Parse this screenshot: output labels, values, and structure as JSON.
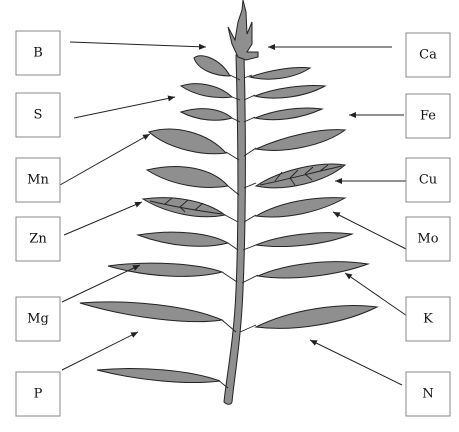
{
  "labels": {
    "B": "B",
    "S": "S",
    "Mn": "Mn",
    "Zn": "Zn",
    "Mg": "Mg",
    "P": "P",
    "Ca": "Ca",
    "Fe": "Fe",
    "Cu": "Cu",
    "Mo": "Mo",
    "K": "K",
    "N": "N"
  },
  "colors": {
    "leaf_fill": "#8f8f8f",
    "outline": "#222222",
    "box_border": "#8a8a8a"
  }
}
